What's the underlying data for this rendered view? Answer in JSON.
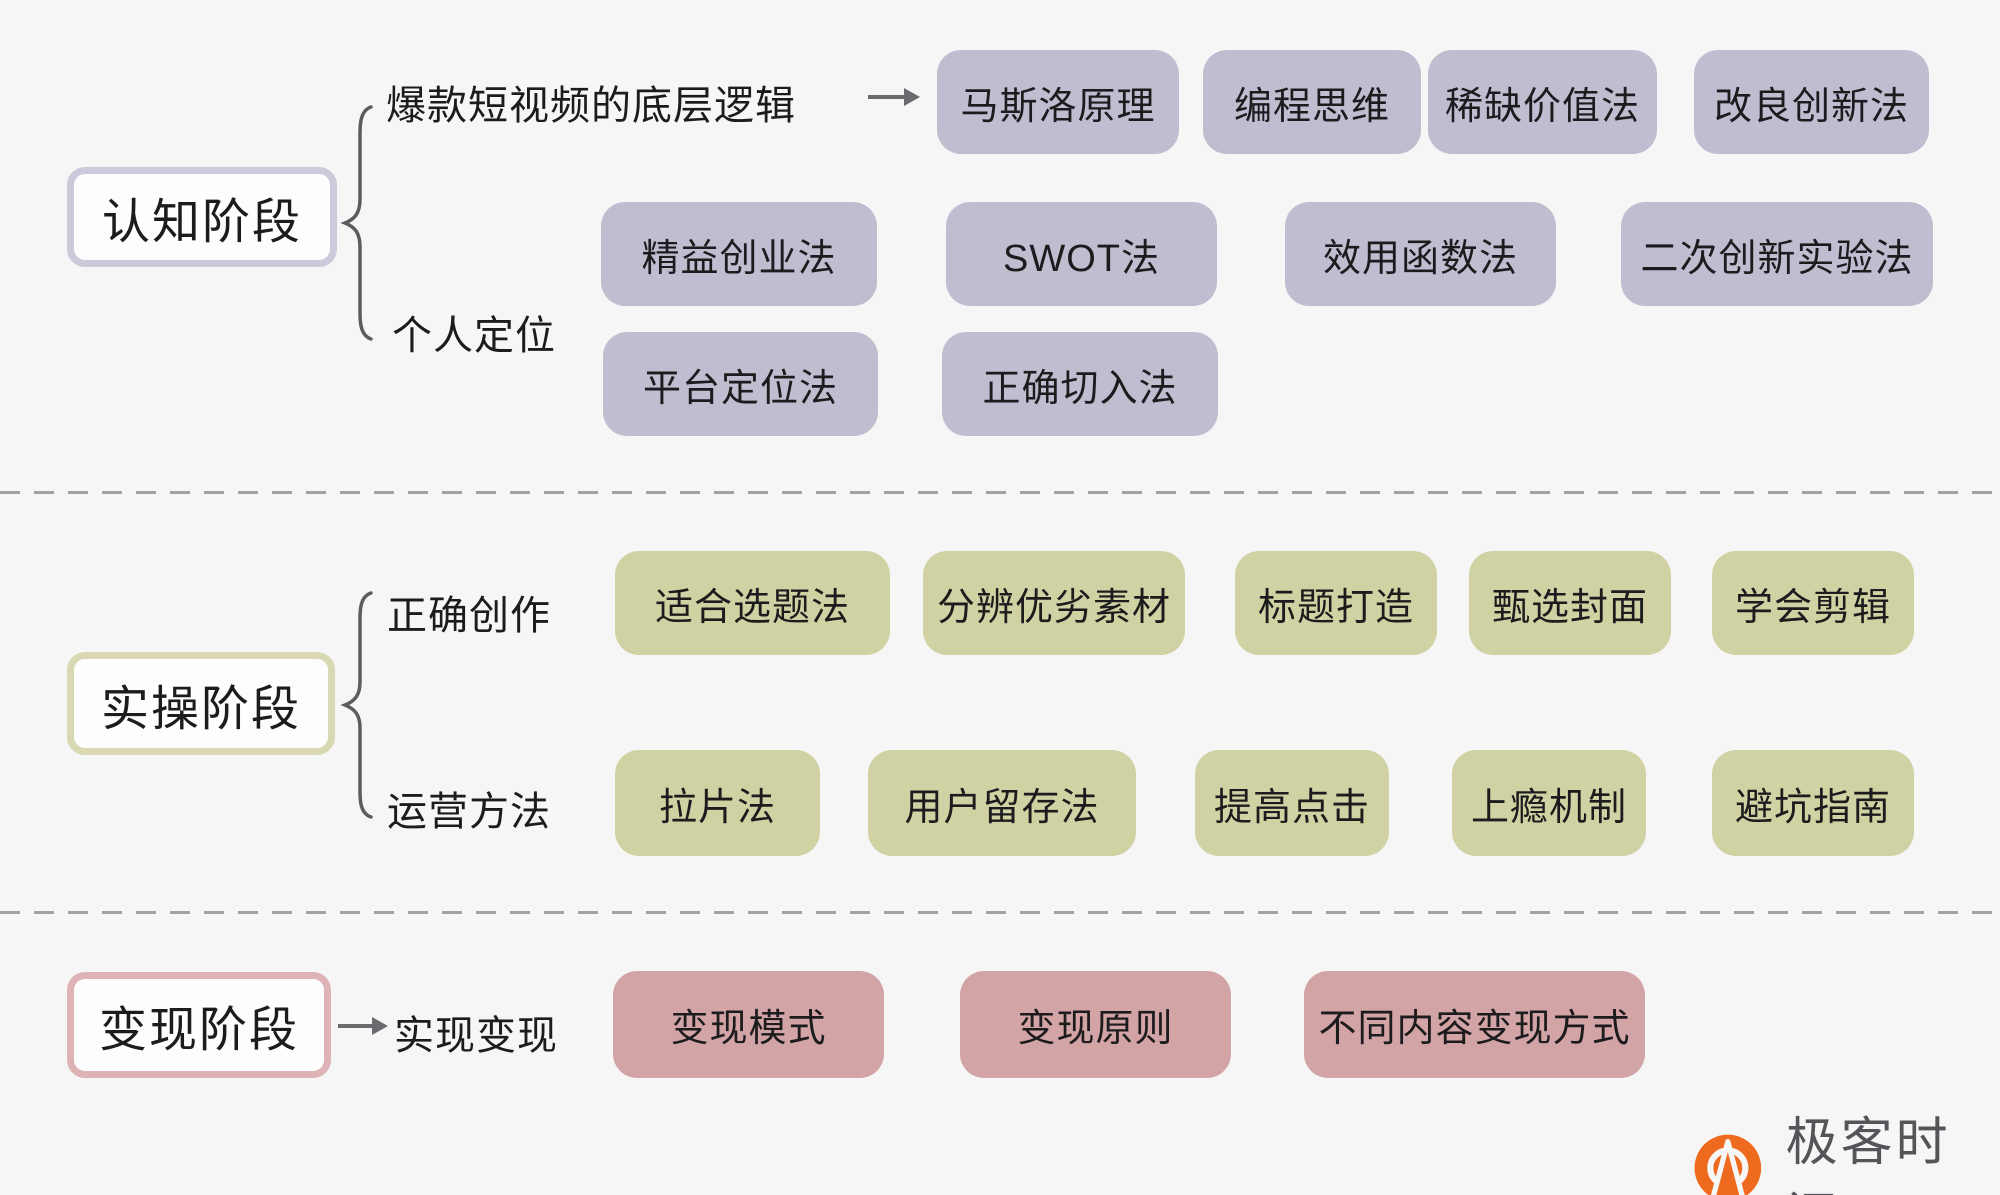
{
  "sections": {
    "cognition": {
      "stage": "认知阶段",
      "branch1": {
        "label": "爆款短视频的底层逻辑",
        "items": [
          "马斯洛原理",
          "编程思维",
          "稀缺价值法",
          "改良创新法"
        ]
      },
      "branch2": {
        "label": "个人定位",
        "items": [
          "精益创业法",
          "SWOT法",
          "效用函数法",
          "二次创新实验法",
          "平台定位法",
          "正确切入法"
        ]
      }
    },
    "practice": {
      "stage": "实操阶段",
      "branch1": {
        "label": "正确创作",
        "items": [
          "适合选题法",
          "分辨优劣素材",
          "标题打造",
          "甄选封面",
          "学会剪辑"
        ]
      },
      "branch2": {
        "label": "运营方法",
        "items": [
          "拉片法",
          "用户留存法",
          "提高点击",
          "上瘾机制",
          "避坑指南"
        ]
      }
    },
    "monetization": {
      "stage": "变现阶段",
      "branch1": {
        "label": "实现变现",
        "items": [
          "变现模式",
          "变现原则",
          "不同内容变现方式"
        ]
      }
    }
  },
  "colors": {
    "background": "#f7f6f7",
    "purple_fill": "#c0bdd0",
    "purple_stage_border": "#cbc9da",
    "green_fill": "#d1d2a3",
    "green_stage_border": "#d8d9b2",
    "rose_fill": "#d3a4a6",
    "rose_stage_border": "#ddb3b5",
    "logo_orange": "#ed6a1e"
  },
  "logo": {
    "text": "极客时间"
  }
}
